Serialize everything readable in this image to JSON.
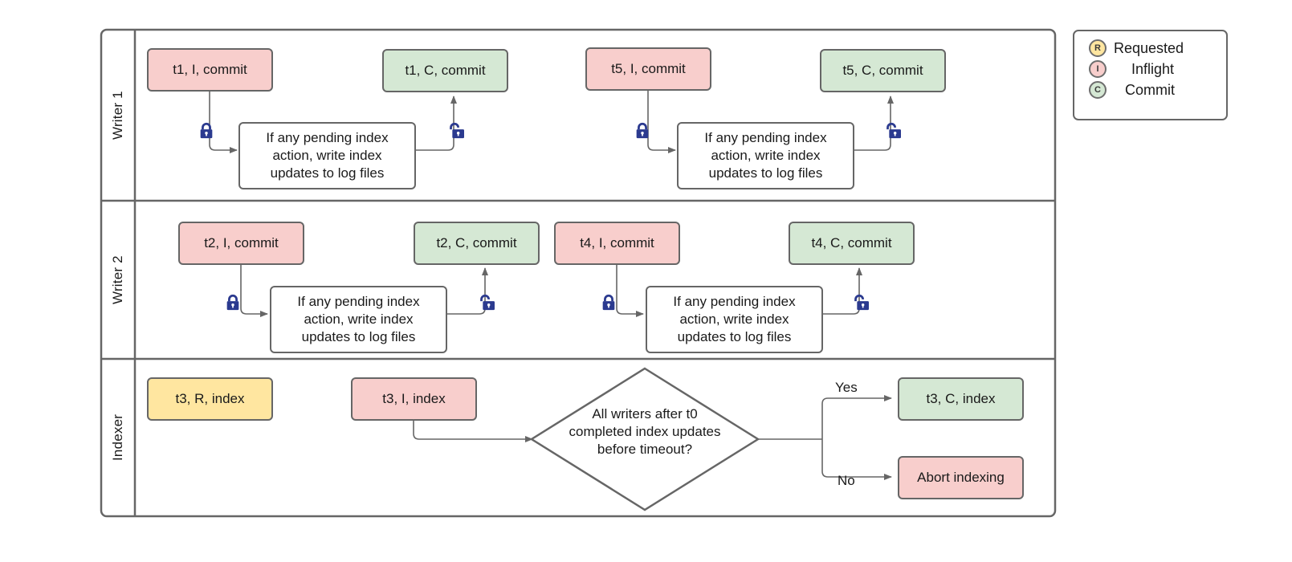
{
  "diagram": {
    "title": "Writer / Indexer commit swimlane flow",
    "colors": {
      "pink": "#f8cecc",
      "green": "#d5e8d4",
      "yellow": "#ffe6a0",
      "stroke": "#666666",
      "lock": "#2b3a8f",
      "legend_border": "#6d6d6d"
    }
  },
  "lanes": [
    {
      "id": "writer1",
      "label": "Writer 1"
    },
    {
      "id": "writer2",
      "label": "Writer 2"
    },
    {
      "id": "indexer",
      "label": "Indexer"
    }
  ],
  "nodes": {
    "w1_t1_inflight": "t1, I, commit",
    "w1_process_1": "If any pending index\naction, write index\nupdates to log files",
    "w1_t1_commit": "t1, C, commit",
    "w1_t5_inflight": "t5, I, commit",
    "w1_process_2": "If any pending index\naction, write index\nupdates to log files",
    "w1_t5_commit": "t5, C, commit",
    "w2_t2_inflight": "t2, I, commit",
    "w2_process_1": "If any pending index\naction, write index\nupdates to log files",
    "w2_t2_commit": "t2, C, commit",
    "w2_t4_inflight": "t4, I, commit",
    "w2_process_2": "If any pending index\naction, write index\nupdates to log files",
    "w2_t4_commit": "t4, C, commit",
    "ix_t3_requested": "t3, R, index",
    "ix_t3_inflight": "t3, I, index",
    "ix_decision": "All writers after t0\ncompleted index updates\nbefore timeout?",
    "ix_t3_commit": "t3, C, index",
    "ix_abort": "Abort indexing"
  },
  "edge_labels": {
    "yes": "Yes",
    "no": "No"
  },
  "icons": {
    "lock_closed": "lock-closed-icon",
    "lock_open": "lock-open-icon"
  },
  "legend": {
    "items": [
      {
        "badge": "R",
        "label": "Requested",
        "color": "#ffe6a0"
      },
      {
        "badge": "I",
        "label": "Inflight",
        "color": "#f8cecc"
      },
      {
        "badge": "C",
        "label": "Commit",
        "color": "#d5e8d4"
      }
    ]
  }
}
